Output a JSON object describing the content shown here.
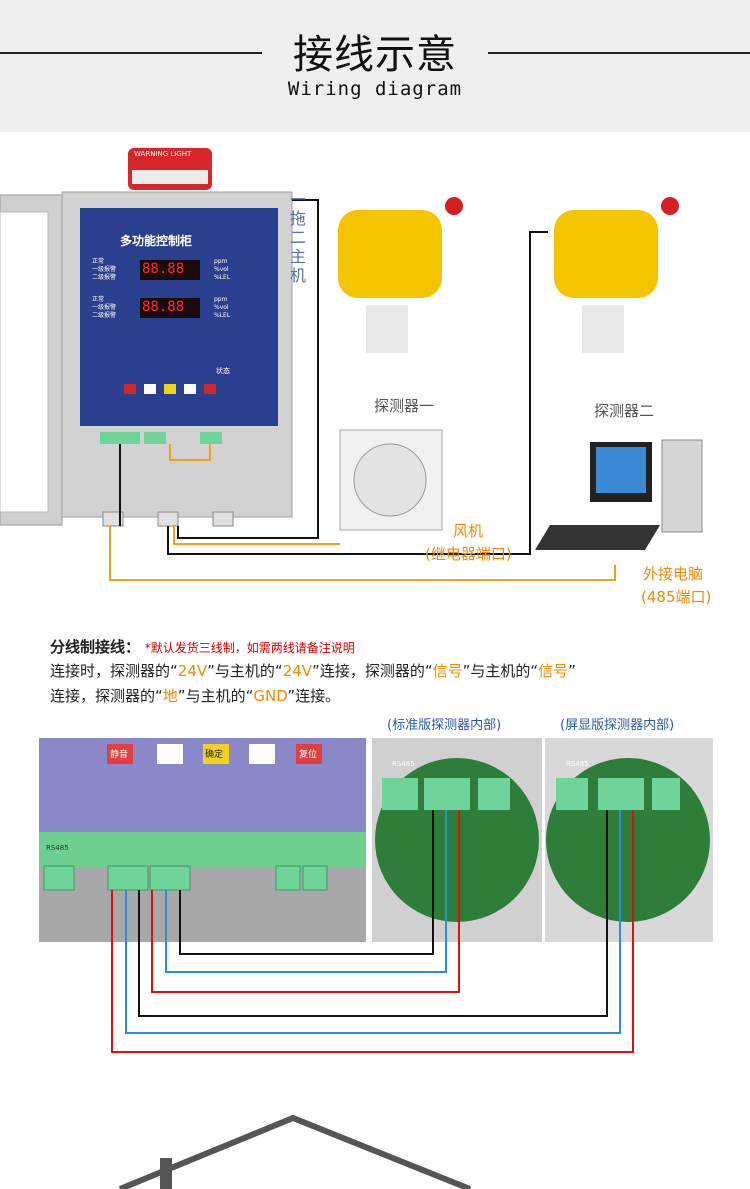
{
  "header": {
    "title_cn": "接线示意",
    "title_en": "Wiring diagram"
  },
  "diagram1": {
    "vertical_label": "一拖二主机",
    "panel_title": "多功能控制柜",
    "display1": "88.88",
    "display2": "88.88",
    "warning_light_text": "WARNING LIGHT",
    "row_labels": [
      "正常",
      "一级报警",
      "二级报警"
    ],
    "unit_labels": [
      "ppm",
      "%vol",
      "%LEL"
    ],
    "status_label": "状态",
    "detector1_label": "探测器一",
    "detector2_label": "探测器二",
    "fan_label": "风机",
    "fan_sub": "(继电器端口)",
    "pc_label": "外接电脑",
    "pc_sub": "(485端口)"
  },
  "notes": {
    "heading": "分线制接线：",
    "heading_note": "*默认发货三线制，如需两线请备注说明",
    "line1_parts": [
      "连接时，探测器的“",
      "24V",
      "”与主机的“",
      "24V",
      "”连接，探测器的“",
      "信号",
      "”与主机的“",
      "信号",
      "”"
    ],
    "line2_parts": [
      "连接，探测器的“",
      "地",
      "”与主机的“",
      "GND",
      "”连接。"
    ]
  },
  "diagram2": {
    "caption_std": "(标准版探测器内部)",
    "caption_screen": "(屏显版探测器内部)",
    "btn_labels": [
      "静音",
      "确定",
      "复位"
    ],
    "terminal_text": "RS485",
    "pcb_text": "RS485"
  },
  "colors": {
    "orange_wire": "#f0a020",
    "black_wire": "#111111",
    "red_wire": "#e01010",
    "blue_wire": "#2a8ee0",
    "panel_blue": "#2b3f8f",
    "pcb_green": "#2e7d3a"
  }
}
